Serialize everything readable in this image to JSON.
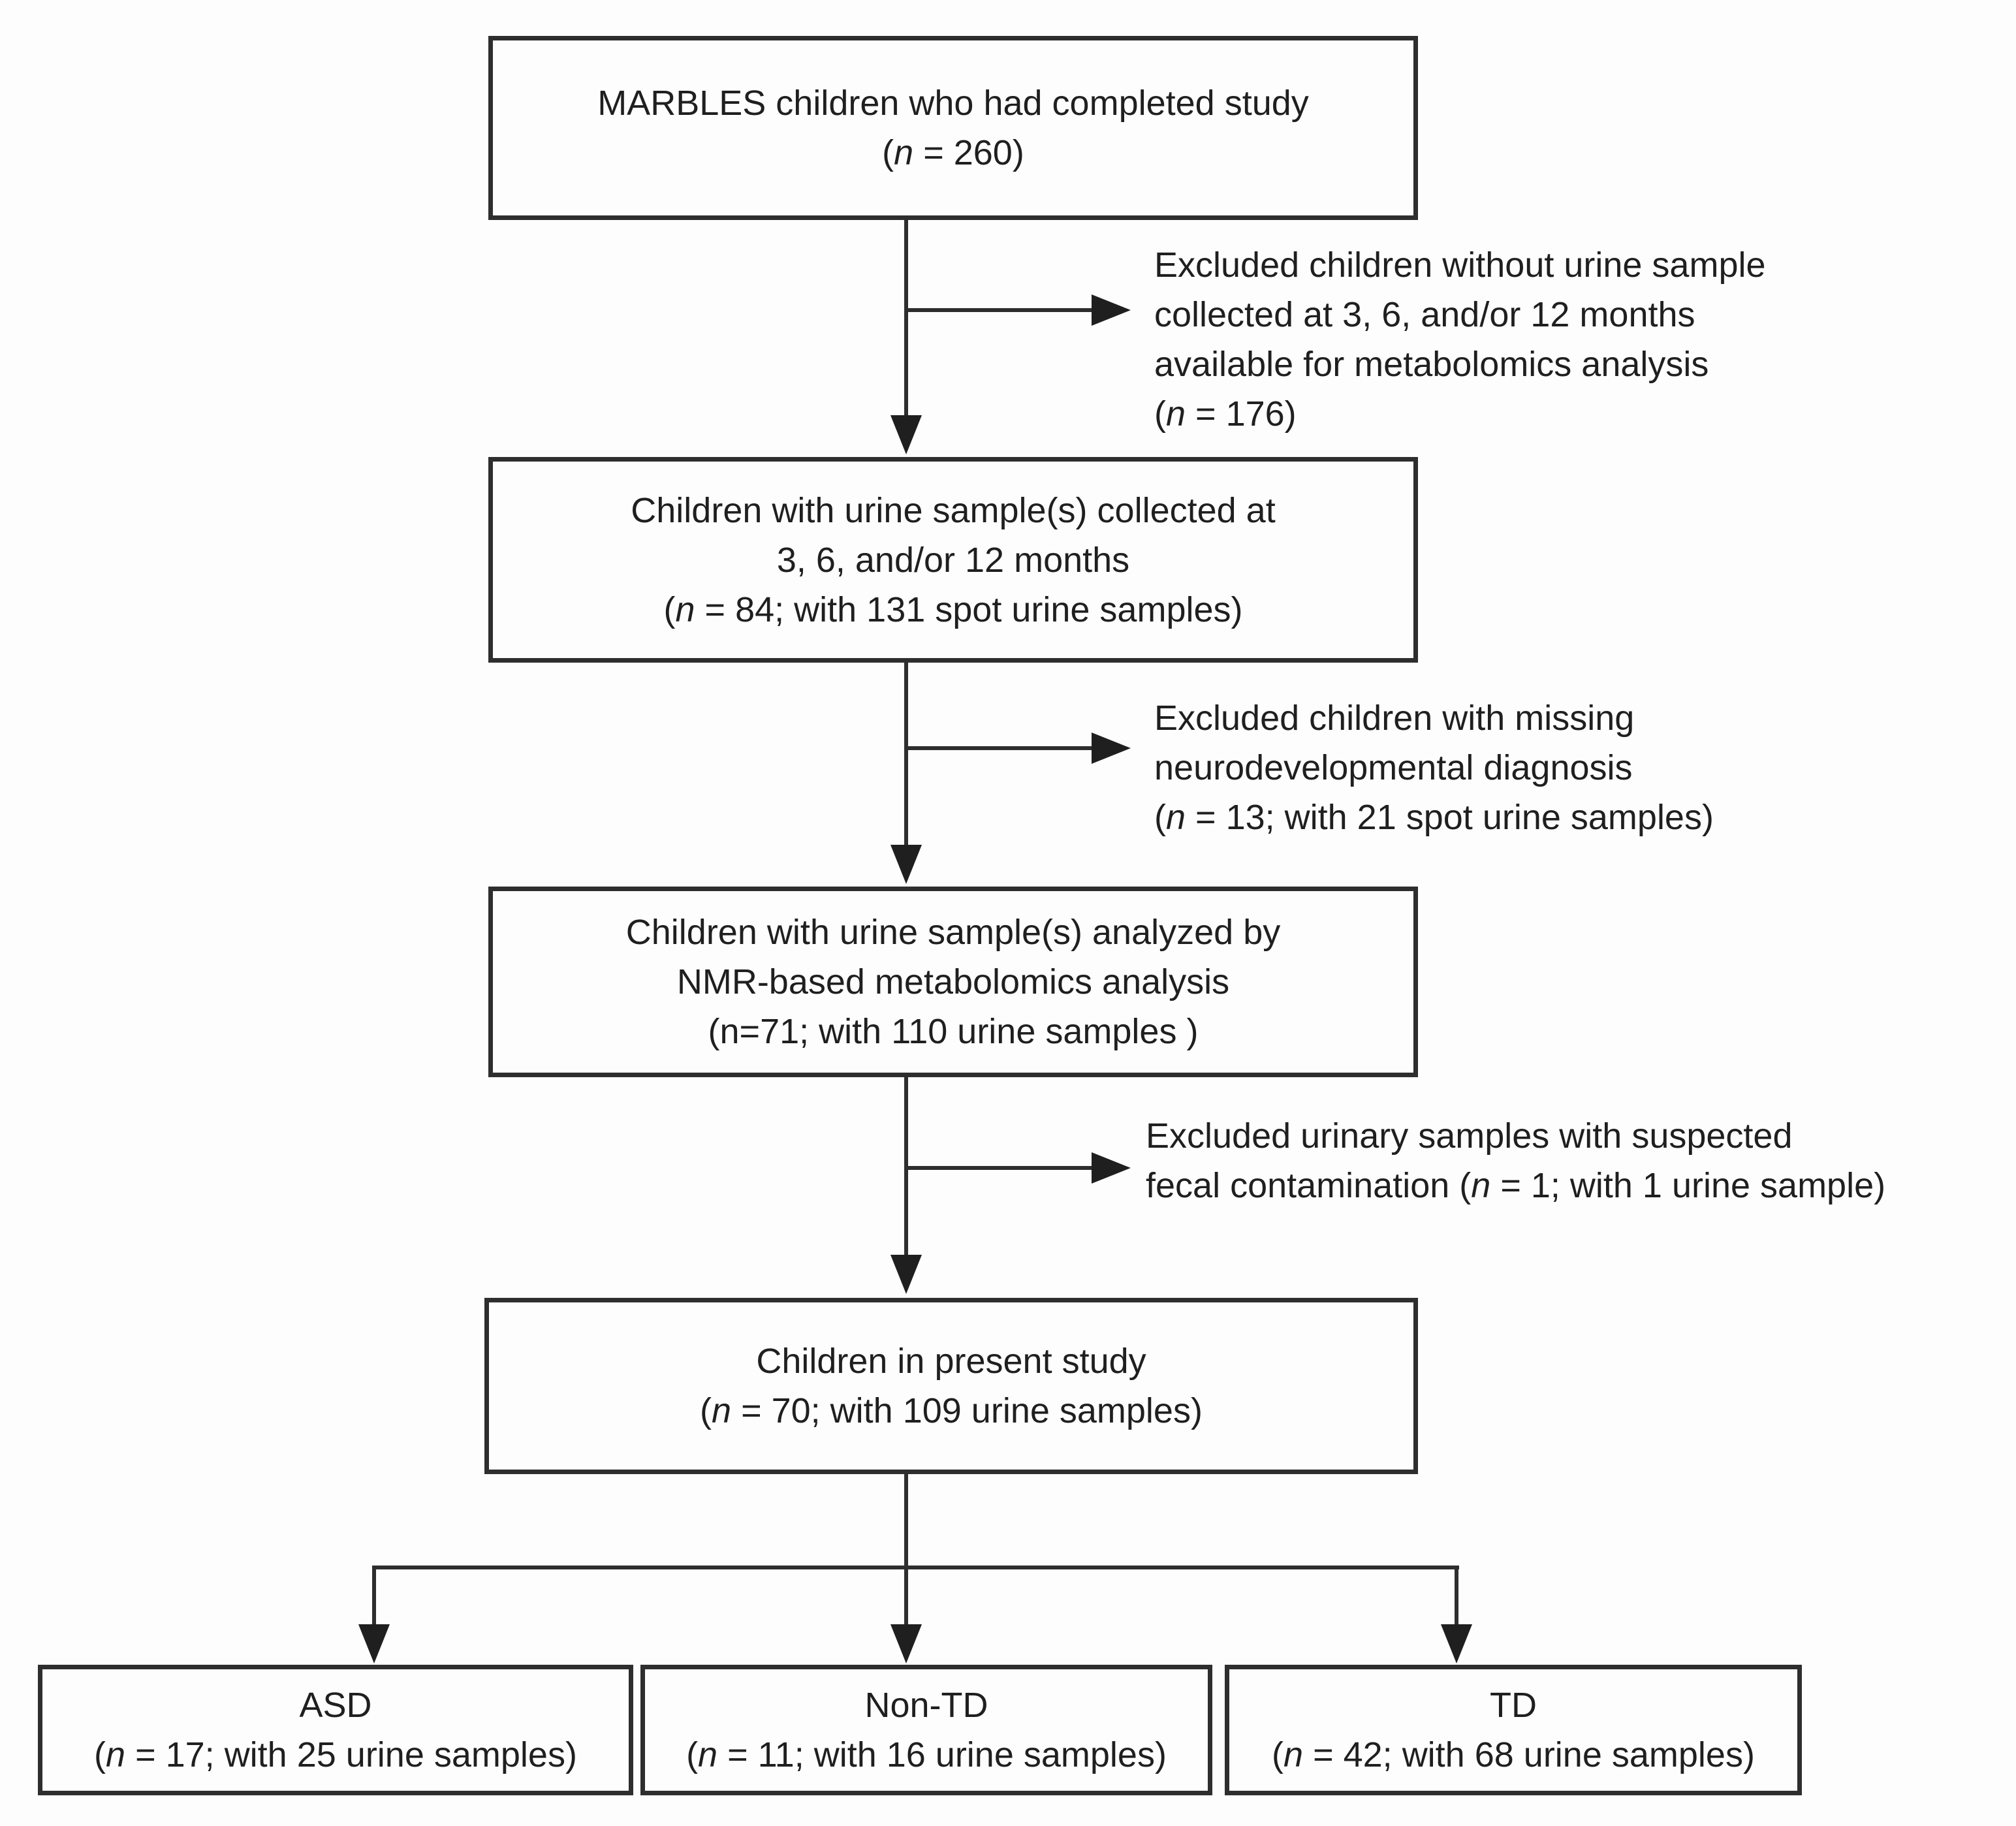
{
  "figure": {
    "type": "participant-flow-diagram",
    "colors": {
      "ink": "#1f1f1f",
      "border": "#2e2e2e",
      "background": "#fdfdfd"
    },
    "boxes": [
      {
        "id": "marbles-total",
        "lines": [
          [
            {
              "t": "MARBLES children who had completed study"
            }
          ],
          [
            {
              "t": "("
            },
            {
              "t": "n",
              "i": true
            },
            {
              "t": " = 260)"
            }
          ]
        ]
      },
      {
        "id": "urine-collected",
        "lines": [
          [
            {
              "t": "Children with urine sample(s) collected at"
            }
          ],
          [
            {
              "t": "3, 6, and/or 12 months"
            }
          ],
          [
            {
              "t": "("
            },
            {
              "t": "n",
              "i": true
            },
            {
              "t": " = 84; with 131 spot urine samples)"
            }
          ]
        ]
      },
      {
        "id": "nmr-analyzed",
        "lines": [
          [
            {
              "t": "Children with urine sample(s) analyzed by"
            }
          ],
          [
            {
              "t": "NMR-based metabolomics analysis"
            }
          ],
          [
            {
              "t": "(n=71; with 110 urine samples )"
            }
          ]
        ]
      },
      {
        "id": "present-study",
        "lines": [
          [
            {
              "t": "Children in present study"
            }
          ],
          [
            {
              "t": "("
            },
            {
              "t": "n",
              "i": true
            },
            {
              "t": " = 70; with 109 urine samples)"
            }
          ]
        ]
      }
    ],
    "exclusions": [
      {
        "id": "no-urine-sample",
        "lines": [
          [
            {
              "t": "Excluded children without urine sample"
            }
          ],
          [
            {
              "t": "collected at 3, 6, and/or 12 months"
            }
          ],
          [
            {
              "t": "available for metabolomics analysis"
            }
          ],
          [
            {
              "t": "("
            },
            {
              "t": "n",
              "i": true
            },
            {
              "t": " = 176)"
            }
          ]
        ]
      },
      {
        "id": "missing-diagnosis",
        "lines": [
          [
            {
              "t": "Excluded children with missing"
            }
          ],
          [
            {
              "t": "neurodevelopmental diagnosis"
            }
          ],
          [
            {
              "t": "("
            },
            {
              "t": "n",
              "i": true
            },
            {
              "t": " = 13; with 21 spot urine samples)"
            }
          ]
        ]
      },
      {
        "id": "fecal-contamination",
        "lines": [
          [
            {
              "t": "Excluded urinary samples with suspected"
            }
          ],
          [
            {
              "t": "fecal contamination ("
            },
            {
              "t": "n",
              "i": true
            },
            {
              "t": " = 1; with 1 urine sample)"
            }
          ]
        ]
      }
    ],
    "groups": [
      {
        "id": "asd",
        "lines": [
          [
            {
              "t": "ASD"
            }
          ],
          [
            {
              "t": "("
            },
            {
              "t": "n",
              "i": true
            },
            {
              "t": " = 17; with 25 urine samples)"
            }
          ]
        ]
      },
      {
        "id": "non-td",
        "lines": [
          [
            {
              "t": "Non-TD"
            }
          ],
          [
            {
              "t": "("
            },
            {
              "t": "n",
              "i": true
            },
            {
              "t": " = 11; with 16 urine samples)"
            }
          ]
        ]
      },
      {
        "id": "td",
        "lines": [
          [
            {
              "t": "TD"
            }
          ],
          [
            {
              "t": "("
            },
            {
              "t": "n",
              "i": true
            },
            {
              "t": " = 42; with 68 urine samples)"
            }
          ]
        ]
      }
    ]
  }
}
